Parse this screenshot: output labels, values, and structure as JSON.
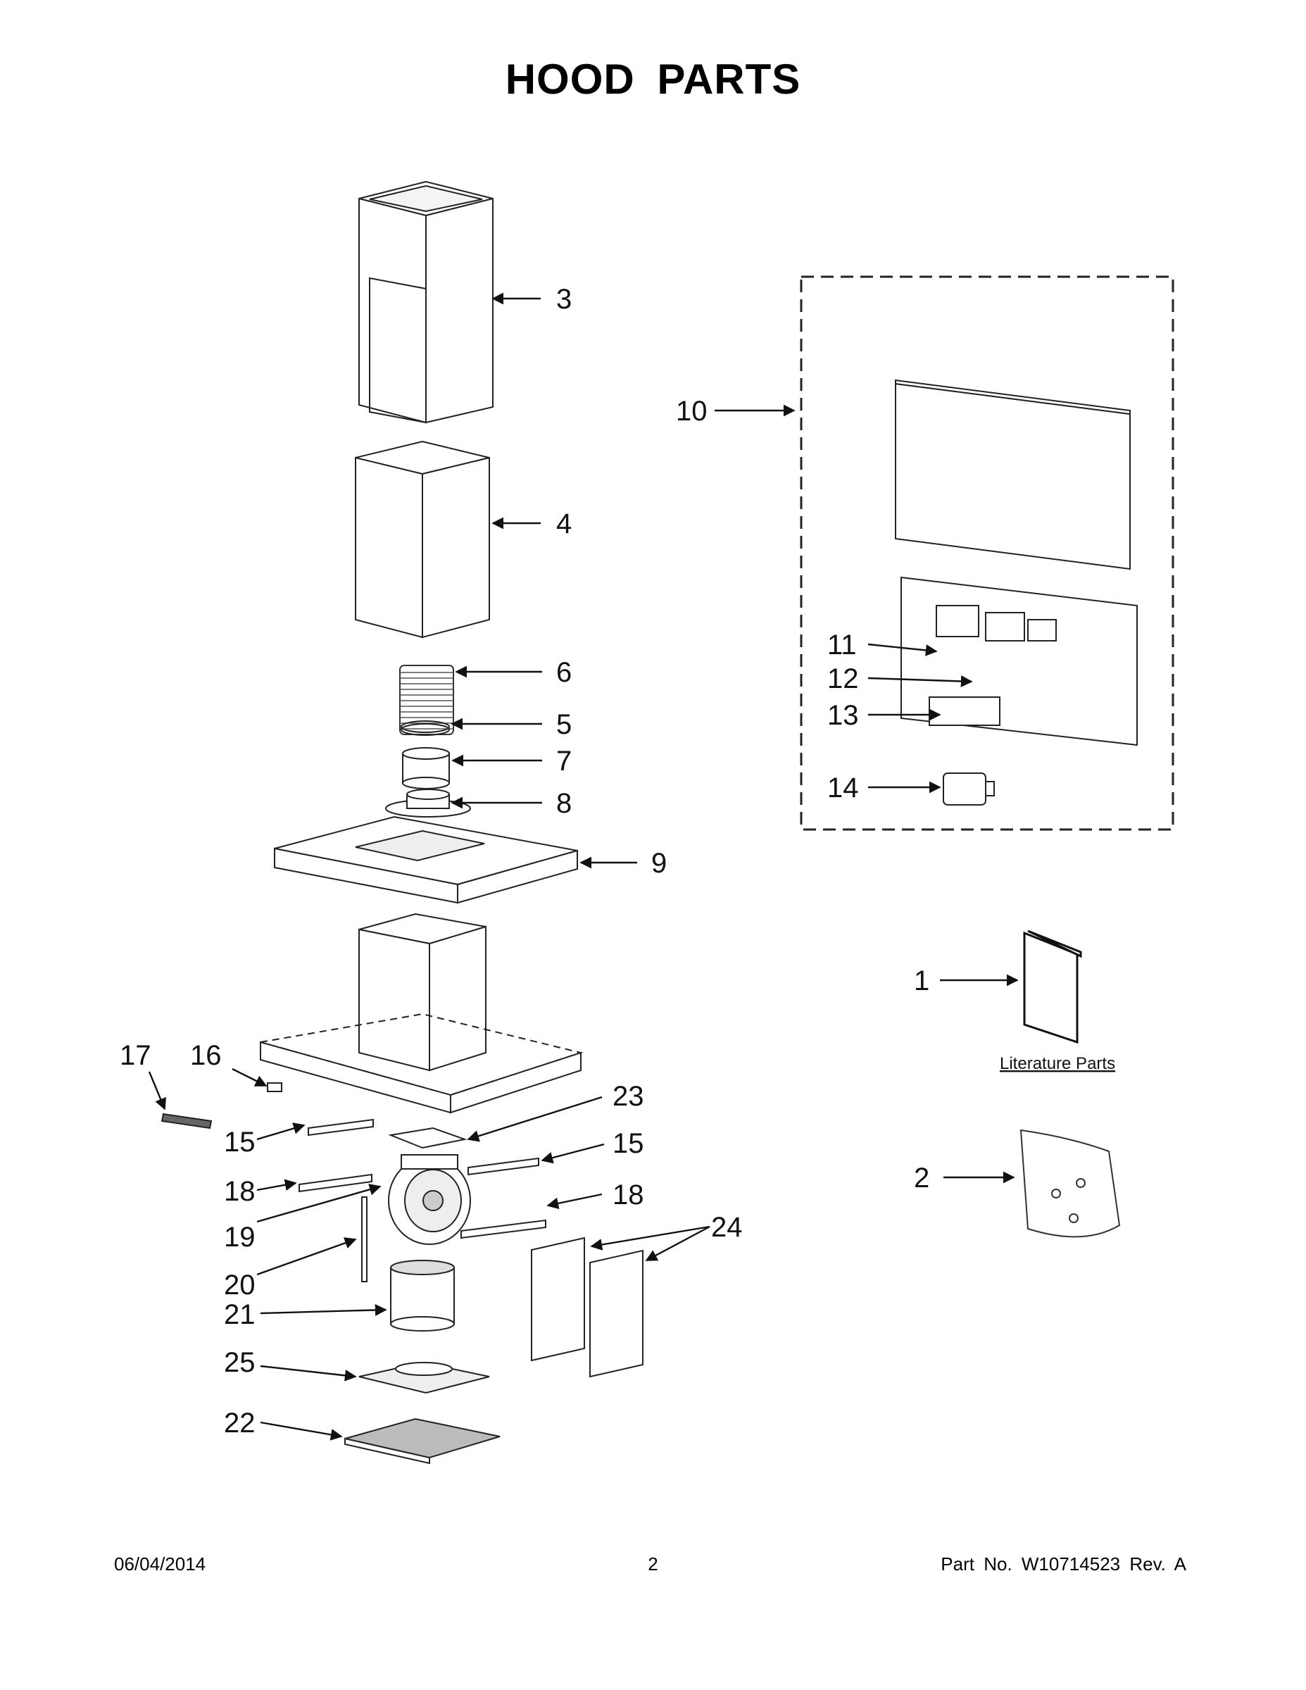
{
  "title": "HOOD PARTS",
  "callouts": {
    "c1": "1",
    "c2": "2",
    "c3": "3",
    "c4": "4",
    "c5": "5",
    "c6": "6",
    "c7": "7",
    "c8": "8",
    "c9": "9",
    "c10": "10",
    "c11": "11",
    "c12": "12",
    "c13": "13",
    "c14": "14",
    "c15a": "15",
    "c15b": "15",
    "c16": "16",
    "c17": "17",
    "c18a": "18",
    "c18b": "18",
    "c19": "19",
    "c20": "20",
    "c21": "21",
    "c22": "22",
    "c23": "23",
    "c24": "24",
    "c25": "25"
  },
  "literature_label": "Literature Parts",
  "footer": {
    "date": "06/04/2014",
    "page": "2",
    "part_no": "Part No.  W10714523  Rev.  A"
  }
}
